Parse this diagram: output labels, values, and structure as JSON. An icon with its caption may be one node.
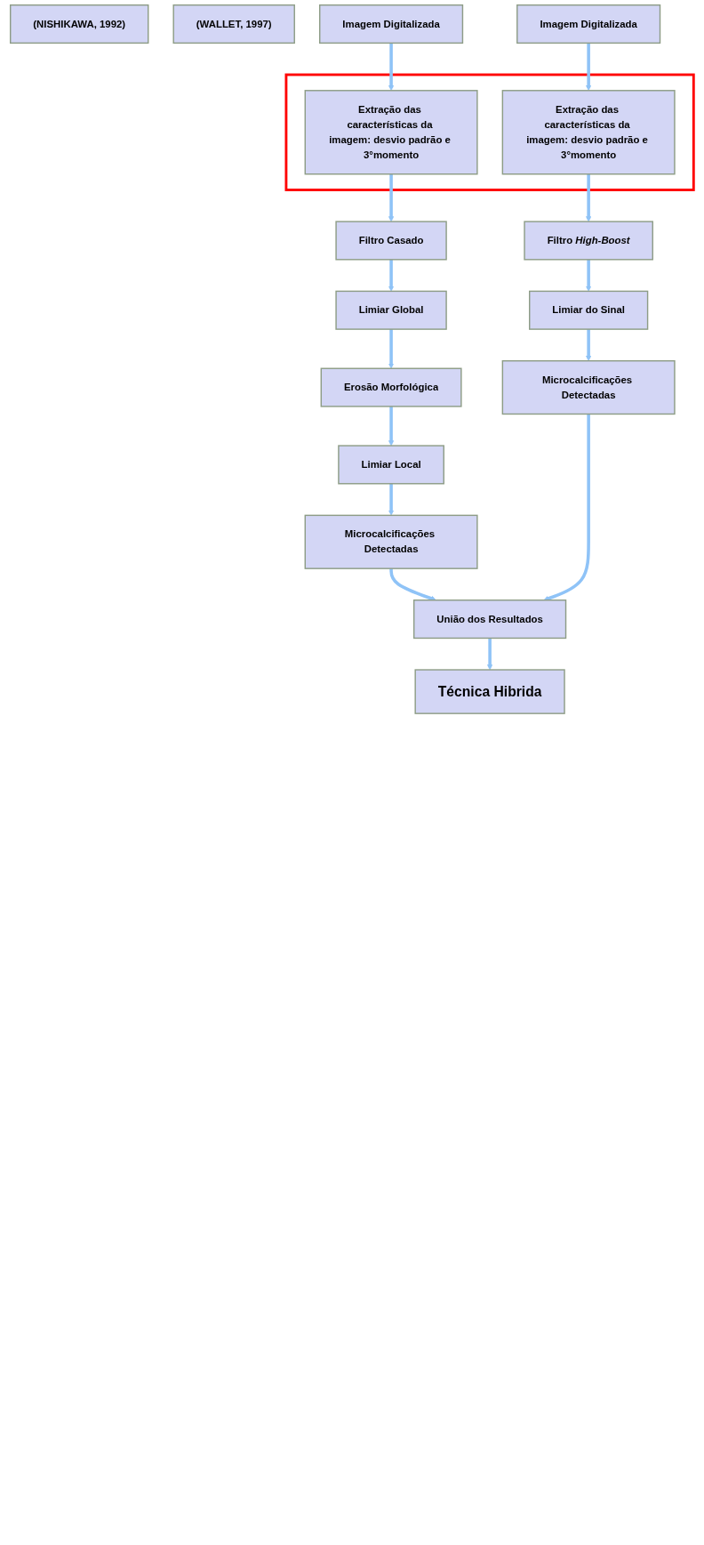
{
  "diagram": {
    "nodes": [
      {
        "text": [
          "(NISHIKAWA, 1992)"
        ]
      },
      {
        "text": [
          "(WALLET, 1997)"
        ]
      },
      {
        "text": [
          "Imagem Digitalizada"
        ]
      },
      {
        "text": [
          "Imagem Digitalizada"
        ]
      },
      {
        "text": [],
        "shape": "box"
      },
      {
        "text": [
          "Extração das características da imagem: desvio padrão e 3°momento"
        ],
        "in": 4
      },
      {
        "text": [
          "Extração das características da imagem: desvio padrão e 3°momento"
        ],
        "in": 4
      },
      {
        "text": [
          "Filtro Casado"
        ]
      },
      {
        "text": [
          "Filtro *High-Boost*"
        ]
      },
      {
        "text": [
          "Limiar Global"
        ]
      },
      {
        "text": [
          "Limiar do Sinal"
        ]
      },
      {
        "text": [
          "Erosão Morfológica"
        ]
      },
      {
        "text": [
          "Microcalcificações Detectadas"
        ]
      },
      {
        "text": [
          "Limiar Local"
        ]
      },
      {
        "text": [
          "Microcalcificações Detectadas"
        ]
      },
      {
        "text": [
          "União dos Resultados"
        ]
      },
      {
        "text": [
          "Técnica Hibrida"
        ]
      }
    ],
    "edges": [
      {
        "from": 2,
        "to": 5,
        "arrow": "to"
      },
      {
        "from": 3,
        "to": 6,
        "arrow": "to"
      },
      {
        "from": 5,
        "to": 7,
        "arrow": "to"
      },
      {
        "from": 6,
        "to": 8,
        "arrow": "to"
      },
      {
        "from": 7,
        "to": 9,
        "arrow": "to"
      },
      {
        "from": 8,
        "to": 10,
        "arrow": "to"
      },
      {
        "from": 9,
        "to": 11,
        "arrow": "to"
      },
      {
        "from": 10,
        "to": 12,
        "arrow": "to"
      },
      {
        "from": 11,
        "to": 13,
        "arrow": "to"
      },
      {
        "from": 13,
        "to": 14,
        "arrow": "to"
      },
      {
        "from": 14,
        "to": 15,
        "arrow": "to"
      },
      {
        "from": 12,
        "to": 15,
        "arrow": "to"
      },
      {
        "from": 15,
        "to": 16,
        "arrow": "to"
      }
    ]
  }
}
